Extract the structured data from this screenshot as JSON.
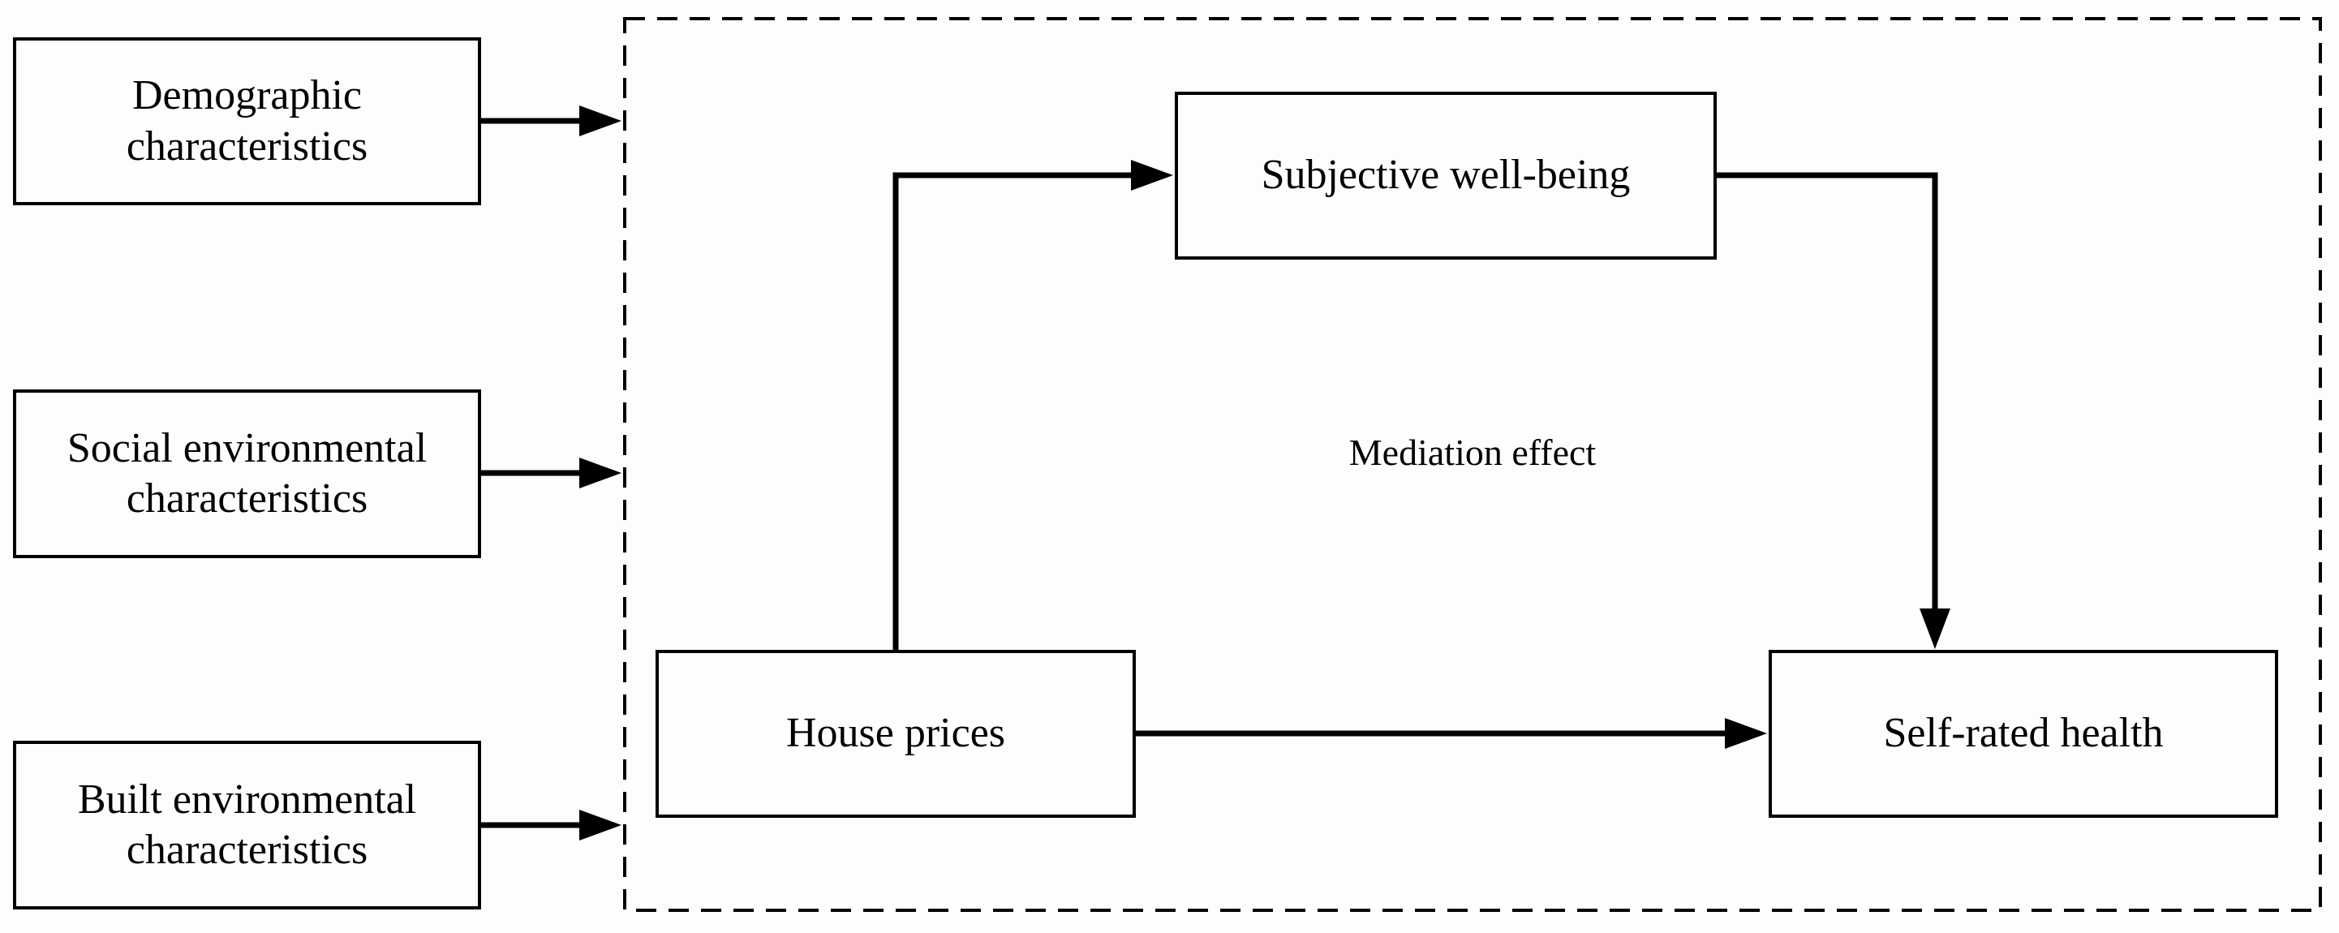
{
  "diagram": {
    "type": "mediation-model-flowchart",
    "colors": {
      "line": "#000000",
      "text": "#000000",
      "background": "#fdfdfc"
    },
    "predictors": [
      {
        "label": "Demographic characteristics"
      },
      {
        "label": "Social environmental characteristics"
      },
      {
        "label": "Built environmental characteristics"
      }
    ],
    "mediation": {
      "region_label": "Mediation effect",
      "exposure": "House prices",
      "mediator": "Subjective well-being",
      "outcome": "Self-rated health"
    },
    "edges": [
      {
        "from": "Demographic characteristics",
        "to": "mediation region"
      },
      {
        "from": "Social environmental characteristics",
        "to": "mediation region"
      },
      {
        "from": "Built environmental characteristics",
        "to": "mediation region"
      },
      {
        "from": "House prices",
        "to": "Subjective well-being"
      },
      {
        "from": "Subjective well-being",
        "to": "Self-rated health"
      },
      {
        "from": "House prices",
        "to": "Self-rated health"
      }
    ]
  }
}
